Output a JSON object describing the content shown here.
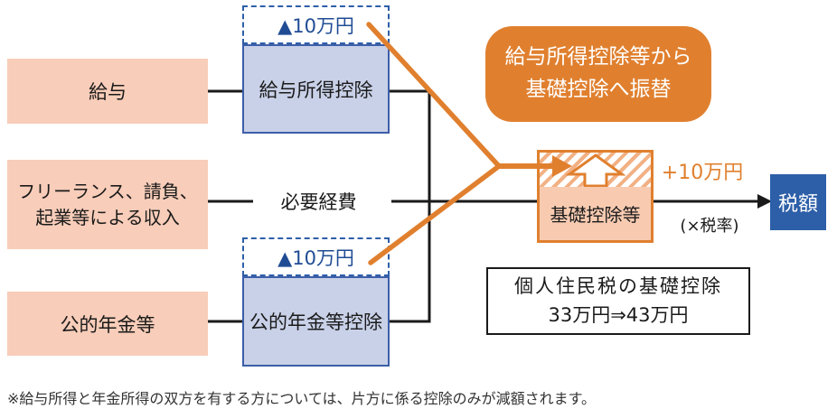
{
  "colors": {
    "source_box_fill": "#F8CDB9",
    "deduction_box_fill": "#C9D1E8",
    "deduction_box_border": "#3D5EA8",
    "dashed_border_blue": "#2E5FA8",
    "reduction_text_blue": "#1F4C94",
    "accent_orange": "#E0802F",
    "hatch_stripe_orange": "#F2B184",
    "tax_box_blue": "#2D5FA8",
    "line_black": "#1A1A1A"
  },
  "sources": {
    "salary": "給与",
    "freelance": {
      "line1": "フリーランス、請負、",
      "line2": "起業等による収入"
    },
    "pension": "公的年金等"
  },
  "deductions": {
    "salary_deduction": "給与所得控除",
    "expenses": "必要経費",
    "pension_deduction": "公的年金等控除",
    "salary_reduction_badge": "▲10万円",
    "pension_reduction_badge": "▲10万円"
  },
  "transfer_callout": {
    "line1": "給与所得控除等から",
    "line2": "基礎控除へ振替"
  },
  "basic_deduction": {
    "label": "基礎控除等",
    "increase_label": "+10万円"
  },
  "output": {
    "tax_label": "税額",
    "rate_note": "(×税率)"
  },
  "resident_tax_note": {
    "line1": "個人住民税の基礎控除",
    "line2": "33万円⇒43万円"
  },
  "footnote": "※給与所得と年金所得の双方を有する方については、片方に係る控除のみが減額されます。"
}
